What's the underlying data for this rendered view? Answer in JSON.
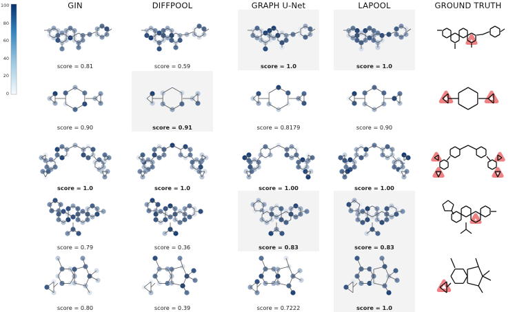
{
  "colorbar": {
    "ticks": [
      "100",
      "80",
      "60",
      "40",
      "20",
      "0"
    ],
    "low_color": "#f7fbff",
    "high_color": "#08306b"
  },
  "columns": [
    "GIN",
    "DIFFPOOL",
    "GRAPH U-Net",
    "LAPOOL",
    "GROUND TRUTH"
  ],
  "score_prefix": "score = ",
  "rows": [
    {
      "molecule": "steroid-phenyl",
      "scores": [
        "0.81",
        "0.59",
        "1.0",
        "1.0"
      ],
      "best": [
        false,
        false,
        true,
        true
      ]
    },
    {
      "molecule": "bicyclopropyl-cyclohexane",
      "scores": [
        "0.90",
        "0.91",
        "0.8179",
        "0.90"
      ],
      "best": [
        false,
        true,
        false,
        false
      ]
    },
    {
      "molecule": "biphenyl-methane",
      "scores": [
        "1.0",
        "1.0",
        "1.00",
        "1.00"
      ],
      "best": [
        true,
        true,
        true,
        true
      ]
    },
    {
      "molecule": "steroid-lactone",
      "scores": [
        "0.79",
        "0.36",
        "0.83",
        "0.83"
      ],
      "best": [
        false,
        false,
        true,
        true
      ]
    },
    {
      "molecule": "chlorinated-polycycle",
      "scores": [
        "0.80",
        "0.39",
        "0.7222",
        "1.0"
      ],
      "best": [
        false,
        false,
        false,
        true
      ]
    }
  ],
  "colors": {
    "highlight_red": "#e8575a",
    "bond": "#555555",
    "ground_truth_bond": "#111111"
  }
}
